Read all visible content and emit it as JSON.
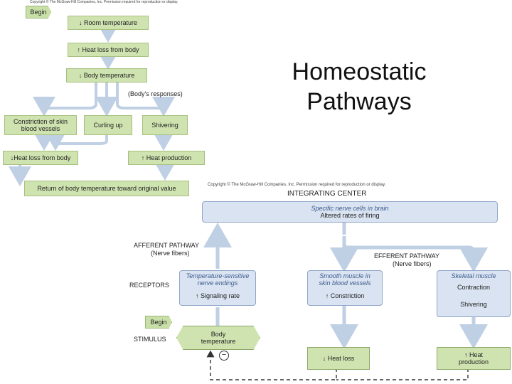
{
  "slide": {
    "title_line1": "Homeostatic",
    "title_line2": "Pathways"
  },
  "top_diagram": {
    "copyright": "Copyright © The McGraw-Hill Companies, Inc. Permission required for reproduction or display.",
    "begin": "Begin",
    "room_temperature": "↓ Room temperature",
    "heat_loss_from_body": "↑ Heat loss from body",
    "body_temperature": "↓ Body temperature",
    "bodys_responses": "(Body's responses)",
    "constriction_line1": "Constriction of skin",
    "constriction_line2": "blood vessels",
    "curling_up": "Curling up",
    "shivering": "Shivering",
    "decr_heat_loss": "↓Heat loss from body",
    "incr_heat_production": "↑ Heat production",
    "return": "Return of body temperature toward original value"
  },
  "bottom_diagram": {
    "copyright": "Copyright © The McGraw-Hill Companies, Inc. Permission required for reproduction or display.",
    "integrating_center": "INTEGRATING CENTER",
    "ic_line1": "Specific nerve cells in brain",
    "ic_line2": "Altered rates of firing",
    "afferent_line1": "AFFERENT PATHWAY",
    "afferent_line2": "(Nerve fibers)",
    "efferent_line1": "EFFERENT PATHWAY",
    "efferent_line2": "(Nerve fibers)",
    "receptors": "RECEPTORS",
    "receptor_line1": "Temperature-sensitive",
    "receptor_line2": "nerve endings",
    "signaling_rate": "↑ Signaling rate",
    "smooth_line1": "Smooth muscle in",
    "smooth_line2": "skin blood vessels",
    "constriction": "↑ Constriction",
    "skeletal_muscle": "Skeletal muscle",
    "contraction": "Contraction",
    "shivering": "Shivering",
    "begin": "Begin",
    "stimulus": "STIMULUS",
    "body_temp_line1": "Body",
    "body_temp_line2": "temperature",
    "heat_loss": "↓ Heat loss",
    "heat_line1": "↑ Heat",
    "heat_line2": "production",
    "negative_sign": "−"
  }
}
